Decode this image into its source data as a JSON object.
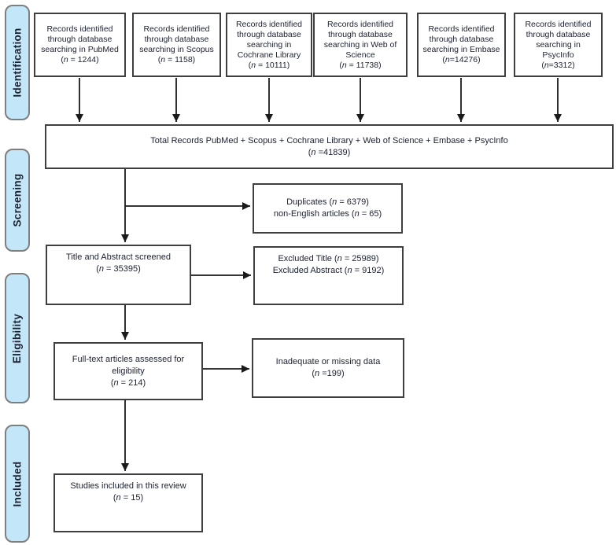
{
  "colors": {
    "stage_fill": "#c3e7f8",
    "stage_border": "#7f7f7f",
    "box_border": "#3f3f3f",
    "arrow": "#1a1a1a",
    "text": "#1b2130"
  },
  "stages": [
    {
      "label": "Identification"
    },
    {
      "label": "Screening"
    },
    {
      "label": "Eligibility"
    },
    {
      "label": "Included"
    }
  ],
  "sources": [
    {
      "lines": [
        "Records identified through database searching in PubMed",
        "(n = 1244)"
      ]
    },
    {
      "lines": [
        "Records identified through database searching in Scopus (n = 1158)"
      ]
    },
    {
      "lines": [
        "Records identified through database searching in Cochrane Library",
        "(n = 10111)"
      ]
    },
    {
      "lines": [
        "Records identified through database searching in Web of Science",
        "(n = 11738)"
      ]
    },
    {
      "lines": [
        "Records identified through database searching in Embase",
        "(n=14276)"
      ]
    },
    {
      "lines": [
        "Records identified through database searching in PsycInfo",
        "(n=3312)"
      ]
    }
  ],
  "total": {
    "lines": [
      "Total Records PubMed + Scopus + Cochrane Library + Web of Science + Embase + PsycInfo",
      "(n =41839)"
    ]
  },
  "duplicates": {
    "lines": [
      "Duplicates (n = 6379)",
      "non-English articles (n = 65)"
    ]
  },
  "screened": {
    "lines": [
      "Title and Abstract screened",
      "(n = 35395)"
    ]
  },
  "excluded": {
    "lines": [
      "Excluded Title (n = 25989)",
      "Excluded Abstract (n = 9192)"
    ]
  },
  "fulltext": {
    "lines": [
      "Full-text articles assessed for eligibility",
      "(n = 214)"
    ]
  },
  "inadequate": {
    "lines": [
      "Inadequate or missing data",
      "(n =199)"
    ]
  },
  "included": {
    "lines": [
      "Studies included in this review",
      "(n = 15)"
    ]
  }
}
